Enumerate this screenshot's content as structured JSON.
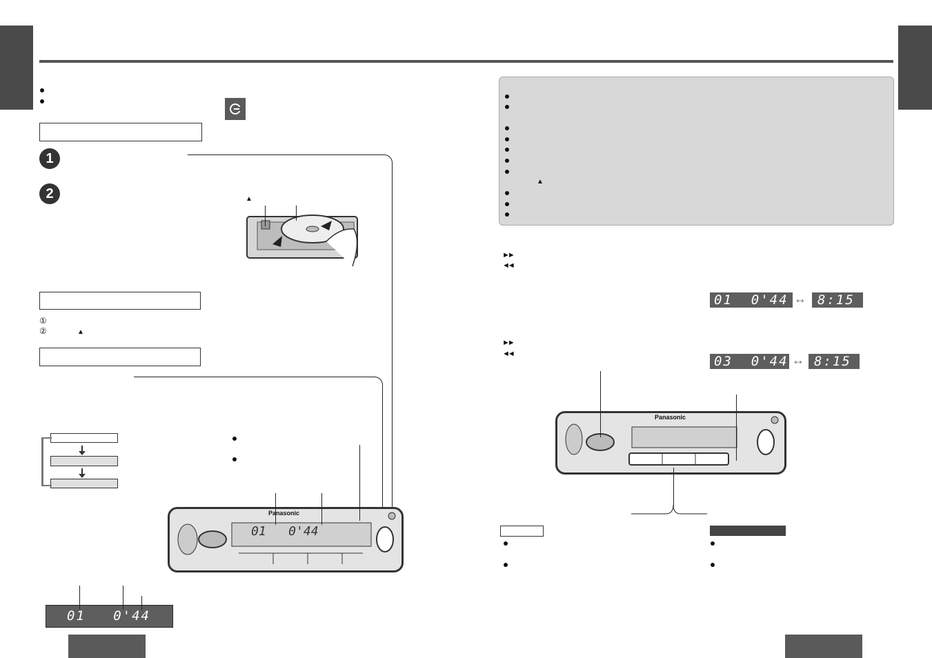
{
  "page": {
    "eject_symbol": "▲",
    "ff_symbol": "►►",
    "rew_symbol": "◄◄",
    "arrow_symbol": "↔",
    "step_numbers": [
      "1",
      "2"
    ],
    "sub_steps": [
      "①",
      "②"
    ],
    "panel_brand": "Panasonic"
  },
  "displays": {
    "track_time_1": "01  0'44",
    "clock_1": "8:15",
    "track_time_2": "03  0'44",
    "clock_2": "8:15",
    "main_unit": "01   0'44",
    "bottom_detail": "01   0'44"
  },
  "colors": {
    "tab": "#4a4a4a",
    "note_panel": "#d8d8d8",
    "lcd": "#5e5e5e"
  },
  "icons": [
    "repeat-icon",
    "eject-icon",
    "fast-forward-icon",
    "rewind-icon",
    "double-arrow-icon"
  ]
}
